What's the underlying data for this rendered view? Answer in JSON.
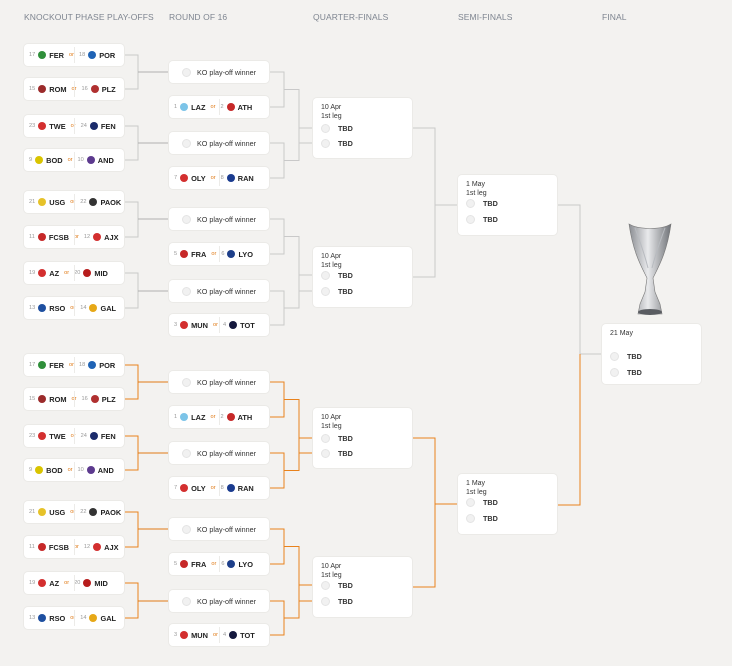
{
  "headers": [
    "KNOCKOUT PHASE PLAY-OFFS",
    "ROUND OF 16",
    "QUARTER-FINALS",
    "SEMI-FINALS",
    "FINAL"
  ],
  "or_label": "or",
  "ko_label": "KO play-off winner",
  "tbd_label": "TBD",
  "colors": {
    "line_top": "#c9c9c9",
    "line_bottom": "#e8821c",
    "accent": "#e07a16"
  },
  "playoffs": [
    {
      "a": {
        "seed": "17",
        "team": "FER",
        "badge": "#2f8f3a"
      },
      "b": {
        "seed": "18",
        "team": "POR",
        "badge": "#1f63b4"
      }
    },
    {
      "a": {
        "seed": "15",
        "team": "ROM",
        "badge": "#9b2b2b"
      },
      "b": {
        "seed": "16",
        "team": "PLZ",
        "badge": "#b03030"
      }
    },
    {
      "a": {
        "seed": "23",
        "team": "TWE",
        "badge": "#d32f2f"
      },
      "b": {
        "seed": "24",
        "team": "FEN",
        "badge": "#1b2b6b"
      }
    },
    {
      "a": {
        "seed": "9",
        "team": "BOD",
        "badge": "#d9c400"
      },
      "b": {
        "seed": "10",
        "team": "AND",
        "badge": "#5c3a8e"
      }
    },
    {
      "a": {
        "seed": "21",
        "team": "USG",
        "badge": "#e6c229"
      },
      "b": {
        "seed": "22",
        "team": "PAOK",
        "badge": "#333333"
      }
    },
    {
      "a": {
        "seed": "11",
        "team": "FCSB",
        "badge": "#c62828"
      },
      "b": {
        "seed": "12",
        "team": "AJX",
        "badge": "#d32f2f"
      }
    },
    {
      "a": {
        "seed": "19",
        "team": "AZ",
        "badge": "#d32f2f"
      },
      "b": {
        "seed": "20",
        "team": "MID",
        "badge": "#b71c1c"
      }
    },
    {
      "a": {
        "seed": "13",
        "team": "RSO",
        "badge": "#1e4fa0"
      },
      "b": {
        "seed": "14",
        "team": "GAL",
        "badge": "#e6a817"
      }
    }
  ],
  "r16_seeded": [
    {
      "a": {
        "seed": "1",
        "team": "LAZ",
        "badge": "#7cc4e8"
      },
      "b": {
        "seed": "2",
        "team": "ATH",
        "badge": "#c62828"
      }
    },
    {
      "a": {
        "seed": "7",
        "team": "OLY",
        "badge": "#d32f2f"
      },
      "b": {
        "seed": "8",
        "team": "RAN",
        "badge": "#1a3b8f"
      }
    },
    {
      "a": {
        "seed": "5",
        "team": "FRA",
        "badge": "#c62828"
      },
      "b": {
        "seed": "6",
        "team": "LYO",
        "badge": "#1e3f8a"
      }
    },
    {
      "a": {
        "seed": "3",
        "team": "MUN",
        "badge": "#d32f2f"
      },
      "b": {
        "seed": "4",
        "team": "TOT",
        "badge": "#14183d"
      }
    }
  ],
  "quarter_finals": [
    {
      "date": "10 Apr",
      "leg": "1st leg"
    },
    {
      "date": "10 Apr",
      "leg": "1st leg"
    },
    {
      "date": "10 Apr",
      "leg": "1st leg"
    },
    {
      "date": "10 Apr",
      "leg": "1st leg"
    }
  ],
  "semi_finals": [
    {
      "date": "1 May",
      "leg": "1st leg"
    },
    {
      "date": "1 May",
      "leg": "1st leg"
    }
  ],
  "final": {
    "date": "21 May"
  }
}
